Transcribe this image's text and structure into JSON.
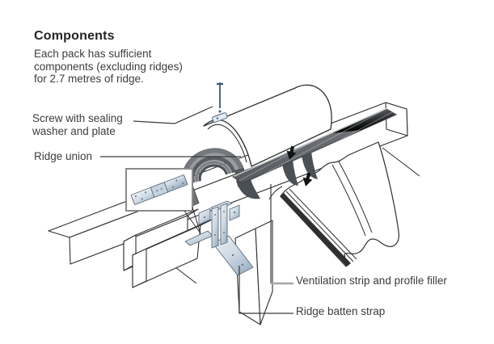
{
  "page": {
    "background_color": "#ffffff"
  },
  "content": {
    "title": "Components",
    "intro_lines": [
      "Each pack has sufficient",
      "components (excluding ridges)",
      "for 2.7 metres of ridge."
    ],
    "part_labels": {
      "screw_line_1": "Screw with sealing",
      "screw_line_2": "washer and plate",
      "ridge_union": "Ridge union",
      "ventilation_strip": "Ventilation strip and profile filler",
      "ridge_batten_strap": "Ridge batten strap"
    }
  },
  "diagram": {
    "parts_depicted": [
      "half-round ridge tile",
      "ridge union",
      "screw with sealing washer and plate",
      "ventilation strip and profile filler",
      "ridge batten strap (inset detail and installed)",
      "ridge board",
      "ridge battens",
      "rafter",
      "profiled roof tile"
    ],
    "colors": {
      "line": "#2f2f2f",
      "union_gray": "#75797e",
      "strip_gray": "#63686c",
      "metal_blue_light": "#edf2f7",
      "metal_blue_dark": "#9fb4c6",
      "screw_blue": "#3d5a73",
      "leader_gray": "#a6a6a6",
      "inset_border_gray": "#8b8b8b"
    }
  }
}
